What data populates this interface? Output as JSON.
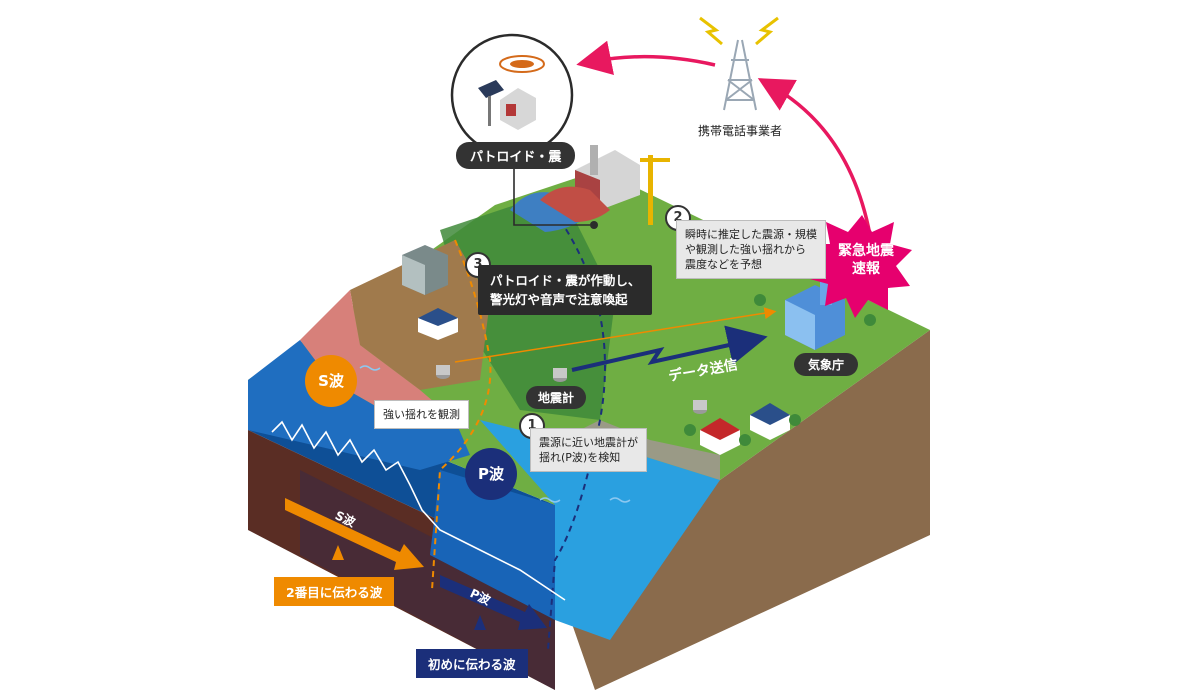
{
  "nodes": {
    "patroid": "パトロイド・震",
    "carrier": "携帯電話事業者",
    "jma": "気象庁",
    "seismometer": "地震計",
    "eew": "緊急地震\n速報",
    "data_send": "データ送信"
  },
  "steps": {
    "s1": {
      "num": "1",
      "text": "震源に近い地震計が\n揺れ(P波)を検知"
    },
    "s2": {
      "num": "2",
      "text": "瞬時に推定した震源・規模\nや観測した強い揺れから\n震度などを予想"
    },
    "s3": {
      "num": "3",
      "text": "パトロイド・震が作動し、\n警光灯や音声で注意喚起"
    }
  },
  "observe": "強い揺れを観測",
  "waves": {
    "s_circle": "S波",
    "p_circle": "P波",
    "s_arrow": "S波",
    "p_arrow": "P波",
    "s_desc": "2番目に伝わる波",
    "p_desc": "初めに伝わる波"
  },
  "colors": {
    "grass": "#6fae43",
    "soil": "#8a6b4c",
    "ocean": "#1f77c3",
    "s_wave": "#ef8a00",
    "p_wave": "#1b2f7a",
    "eew_badge": "#e6006e",
    "alert_arrow": "#e8185f"
  }
}
